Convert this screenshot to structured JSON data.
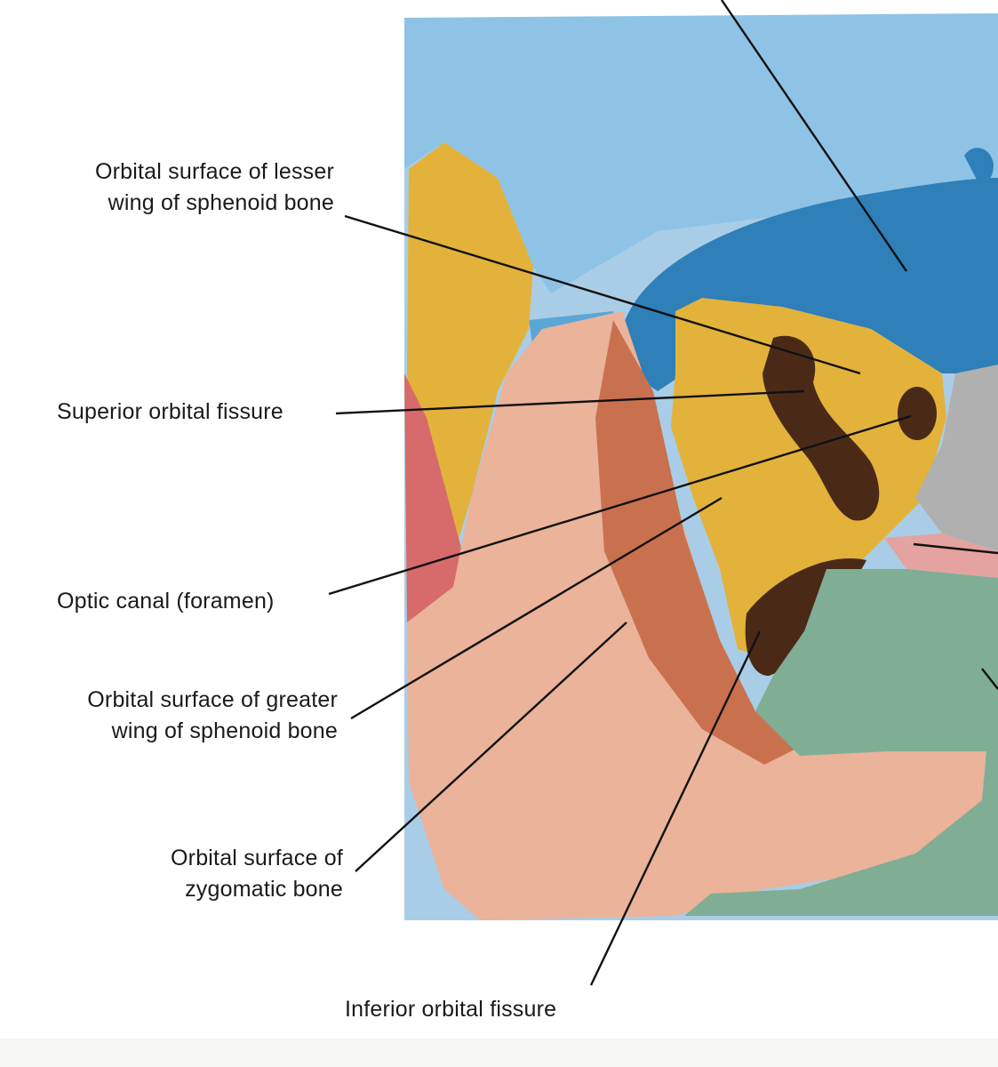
{
  "diagram": {
    "labels": {
      "lesser_wing": "Orbital surface of lesser\nwing of sphenoid bone",
      "superior_fissure": "Superior orbital fissure",
      "optic_canal": "Optic canal (foramen)",
      "greater_wing": "Orbital surface of greater\nwing of sphenoid bone",
      "zygomatic": "Orbital surface of\nzygomatic bone",
      "inferior_fissure": "Inferior orbital fissure"
    },
    "colors": {
      "frontal_bone": "#5aa6d6",
      "frontal_dark": "#2f7fb8",
      "sphenoid_bone": "#e3b23a",
      "zygomatic_bone": "#e8a98c",
      "maxilla": "#7fae94",
      "fissure": "#4a2a17",
      "ethmoid": "#b0b0b0",
      "lacrimal": "#d76a6a"
    }
  }
}
